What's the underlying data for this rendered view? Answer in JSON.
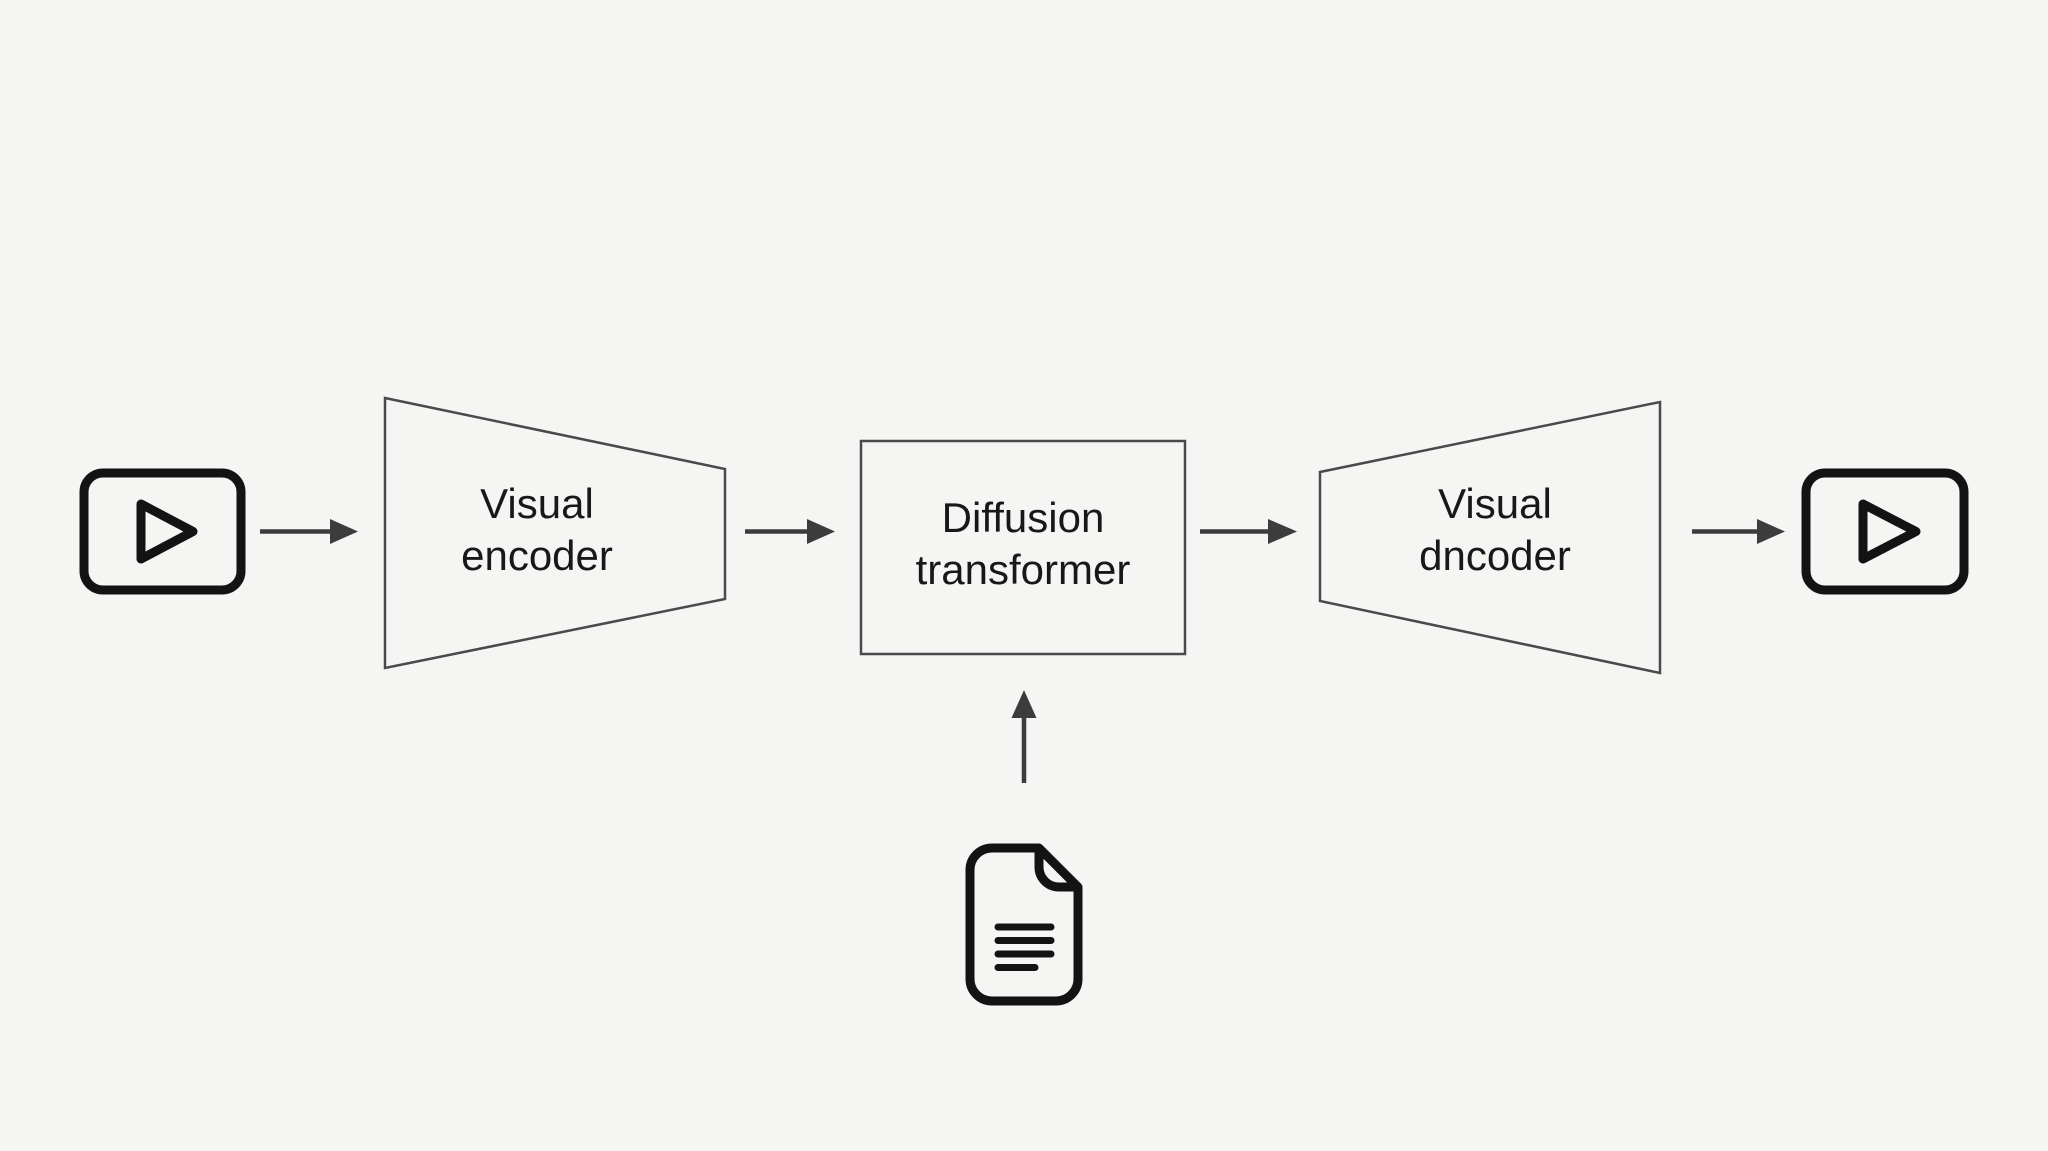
{
  "theme": {
    "background": "#f5f5f3",
    "shape_stroke": "#4a4a4a",
    "arrow_color": "#3c3c3c",
    "icon_color": "#131313",
    "text_color": "#181818"
  },
  "pipeline": {
    "input_video": {
      "icon": "video-play-icon"
    },
    "encoder": {
      "label": [
        "Visual",
        "encoder"
      ]
    },
    "transformer": {
      "label": [
        "Diffusion",
        "transformer"
      ]
    },
    "decoder": {
      "label": [
        "Visual",
        "dncoder"
      ]
    },
    "output_video": {
      "icon": "video-play-icon"
    },
    "text_input": {
      "icon": "document-icon"
    }
  }
}
